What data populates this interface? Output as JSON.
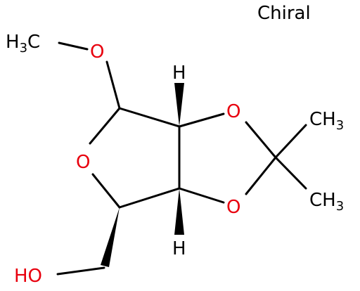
{
  "label": "Chiral",
  "atoms": {
    "h3c_left": {
      "main": "H",
      "sub": "3",
      "tail": "C"
    },
    "o_methoxy": "O",
    "h_top": "H",
    "o_ring": "O",
    "o_dioxolane_top": "O",
    "o_dioxolane_bottom": "O",
    "ch3_top": {
      "main": "CH",
      "sub": "3"
    },
    "ch3_bottom": {
      "main": "CH",
      "sub": "3"
    },
    "h_bottom": "H",
    "ho": "HO"
  },
  "colors": {
    "oxygen": "#e8000e",
    "carbon": "#000000"
  }
}
